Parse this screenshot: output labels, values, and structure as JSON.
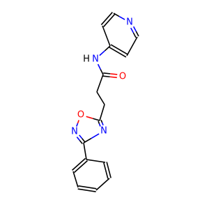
{
  "molecule": {
    "atom_colors": {
      "C": "#000000",
      "N": "#0000ff",
      "O": "#ff0000"
    },
    "atoms": [
      {
        "id": "n_pyr",
        "element": "N",
        "label": "N"
      },
      {
        "id": "c_py2",
        "element": "C",
        "label": ""
      },
      {
        "id": "c_py3",
        "element": "C",
        "label": ""
      },
      {
        "id": "c_py4",
        "element": "C",
        "label": ""
      },
      {
        "id": "c_py5",
        "element": "C",
        "label": ""
      },
      {
        "id": "c_py6",
        "element": "C",
        "label": ""
      },
      {
        "id": "n_amide",
        "element": "N",
        "label": "N"
      },
      {
        "id": "h_amide",
        "element": "H",
        "label": "H"
      },
      {
        "id": "c_carbonyl",
        "element": "C",
        "label": ""
      },
      {
        "id": "o_carbonyl",
        "element": "O",
        "label": "O"
      },
      {
        "id": "c_alpha",
        "element": "C",
        "label": ""
      },
      {
        "id": "c_beta",
        "element": "C",
        "label": ""
      },
      {
        "id": "c_ox5",
        "element": "C",
        "label": ""
      },
      {
        "id": "o_ring",
        "element": "O",
        "label": "O"
      },
      {
        "id": "n_ox2",
        "element": "N",
        "label": "N"
      },
      {
        "id": "c_ox3",
        "element": "C",
        "label": ""
      },
      {
        "id": "n_ox4",
        "element": "N",
        "label": "N"
      },
      {
        "id": "c_ph1",
        "element": "C",
        "label": ""
      },
      {
        "id": "c_ph2",
        "element": "C",
        "label": ""
      },
      {
        "id": "c_ph3",
        "element": "C",
        "label": ""
      },
      {
        "id": "c_ph4",
        "element": "C",
        "label": ""
      },
      {
        "id": "c_ph5",
        "element": "C",
        "label": ""
      },
      {
        "id": "c_ph6",
        "element": "C",
        "label": ""
      }
    ],
    "bonds": [
      {
        "a": "c_py2",
        "b": "n_pyr",
        "order": 1
      },
      {
        "a": "n_pyr",
        "b": "c_py6",
        "order": 2
      },
      {
        "a": "c_py6",
        "b": "c_py5",
        "order": 1
      },
      {
        "a": "c_py5",
        "b": "c_py4",
        "order": 2
      },
      {
        "a": "c_py4",
        "b": "c_py3",
        "order": 1
      },
      {
        "a": "c_py3",
        "b": "c_py2",
        "order": 2
      },
      {
        "a": "c_py4",
        "b": "n_amide",
        "order": 1
      },
      {
        "a": "n_amide",
        "b": "c_carbonyl",
        "order": 1
      },
      {
        "a": "c_carbonyl",
        "b": "o_carbonyl",
        "order": 2
      },
      {
        "a": "c_carbonyl",
        "b": "c_alpha",
        "order": 1
      },
      {
        "a": "c_alpha",
        "b": "c_beta",
        "order": 1
      },
      {
        "a": "c_beta",
        "b": "c_ox5",
        "order": 1
      },
      {
        "a": "c_ox5",
        "b": "o_ring",
        "order": 1
      },
      {
        "a": "o_ring",
        "b": "n_ox2",
        "order": 1
      },
      {
        "a": "n_ox2",
        "b": "c_ox3",
        "order": 2
      },
      {
        "a": "c_ox3",
        "b": "n_ox4",
        "order": 1
      },
      {
        "a": "n_ox4",
        "b": "c_ox5",
        "order": 2
      },
      {
        "a": "c_ox3",
        "b": "c_ph1",
        "order": 1
      },
      {
        "a": "c_ph1",
        "b": "c_ph2",
        "order": 2
      },
      {
        "a": "c_ph2",
        "b": "c_ph3",
        "order": 1
      },
      {
        "a": "c_ph3",
        "b": "c_ph4",
        "order": 2
      },
      {
        "a": "c_ph4",
        "b": "c_ph5",
        "order": 1
      },
      {
        "a": "c_ph5",
        "b": "c_ph6",
        "order": 2
      },
      {
        "a": "c_ph6",
        "b": "c_ph1",
        "order": 1
      }
    ]
  }
}
